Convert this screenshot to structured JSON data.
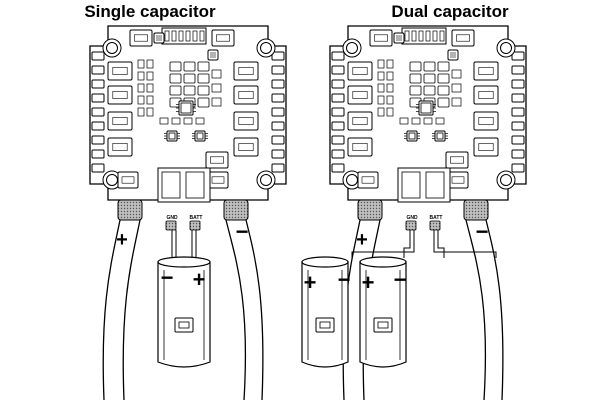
{
  "titles": {
    "left": "Single capacitor",
    "right": "Dual capacitor"
  },
  "pad_labels": {
    "gnd": "GND",
    "batt": "BATT"
  },
  "polarity": {
    "plus": "+",
    "minus": "−"
  },
  "colors": {
    "line": "#000000",
    "background": "#ffffff",
    "pad_fill": "#bfbfbf"
  }
}
